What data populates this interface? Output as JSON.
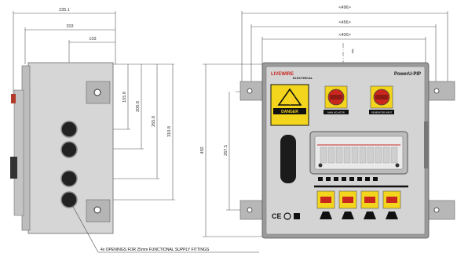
{
  "side_view": {
    "dims": {
      "d235": "235.1",
      "d203": "203",
      "d103": "103",
      "v155": "155.8",
      "v206": "206.8",
      "v265": "265.8",
      "v310": "310.8"
    },
    "note": "4x OPENINGS FOR 25mm FUNCTIONAL SUPPLY FITTINGS"
  },
  "front_view": {
    "dims": {
      "w_outer": "<496>",
      "w_mid": "<456>",
      "w_inner": "<400>",
      "centerline": "ℓ",
      "h_total": "450",
      "h_inner": "267.5"
    },
    "brand": "LIVEWIRE",
    "brand2": "ELECTRICAL",
    "product": "PowerU-PIP",
    "warning": "DANGER",
    "switch_labels": [
      "MAIN ISOLATOR",
      "GENERATOR INPUT"
    ],
    "mark_ce": "CE",
    "colors": {
      "enclosure": "#d4d4d4",
      "enclosure_dark": "#8a8a8a",
      "hazard": "#f2d51c",
      "red": "#c9261e",
      "black": "#111111"
    }
  }
}
